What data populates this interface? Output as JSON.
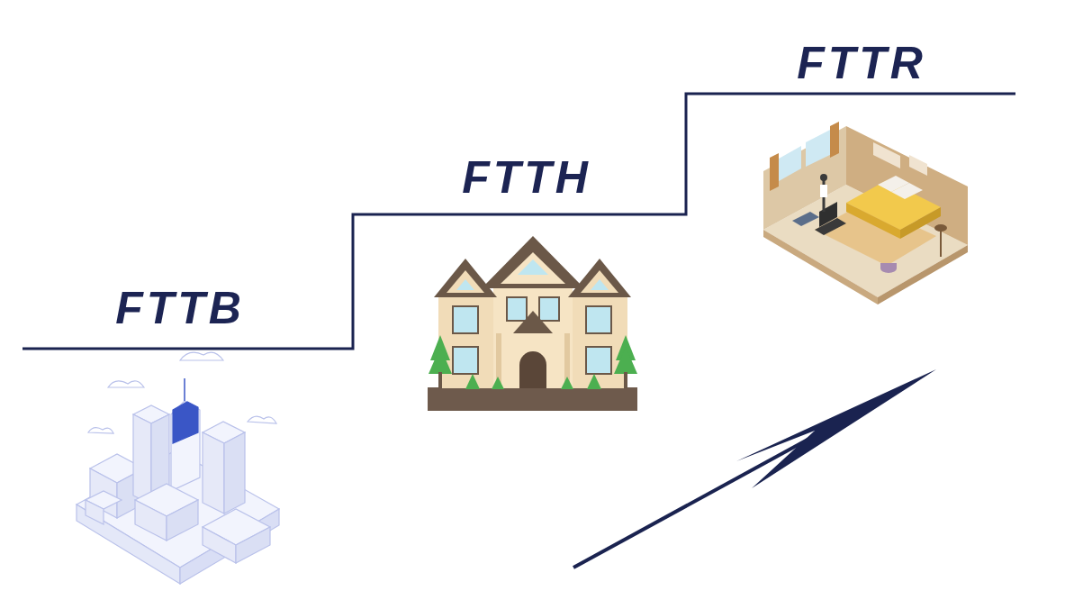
{
  "diagram": {
    "labels": [
      "FTTB",
      "FTTH",
      "FTTR"
    ]
  }
}
